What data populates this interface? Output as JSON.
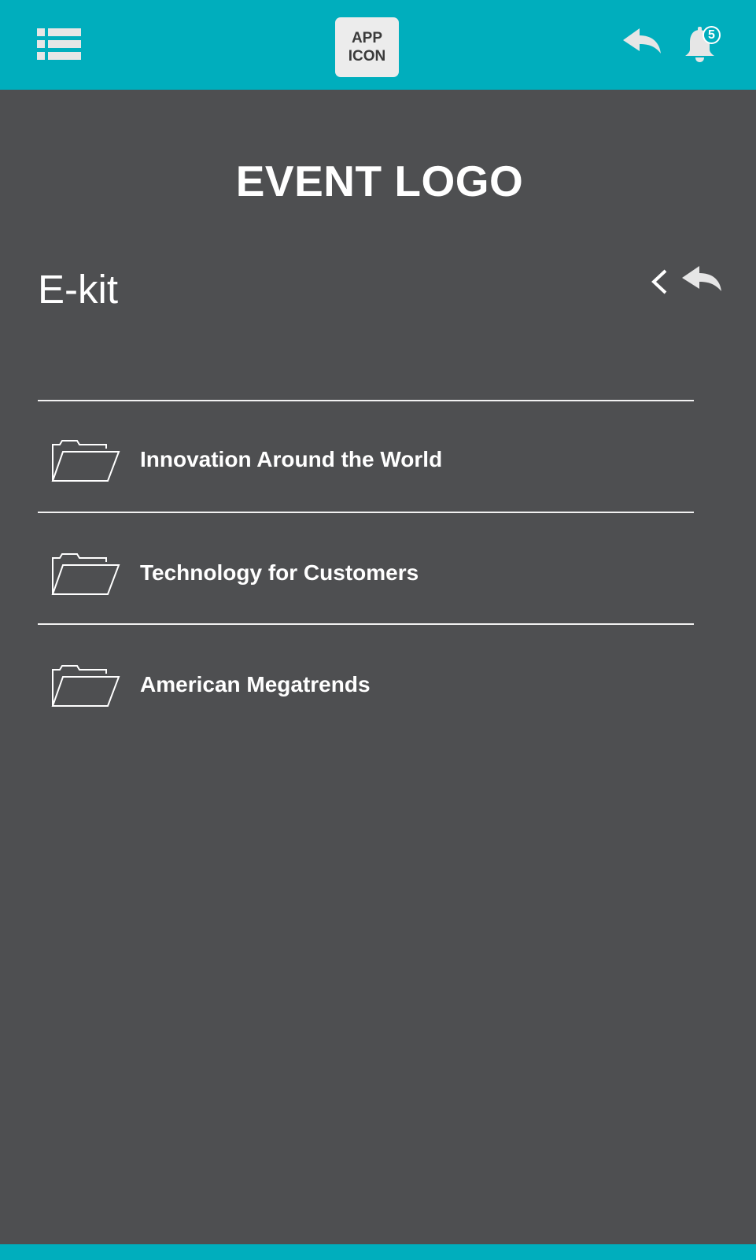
{
  "header": {
    "menu_icon": "list-menu-icon",
    "app_icon_line1": "APP",
    "app_icon_line2": "ICON",
    "back_icon": "reply-arrow-icon",
    "bell_icon": "bell-icon",
    "notification_count": "5"
  },
  "event_logo": "EVENT LOGO",
  "page": {
    "title": "E-kit",
    "chevron_icon": "chevron-left-icon",
    "back_icon": "reply-arrow-icon"
  },
  "folders": [
    {
      "label": "Innovation Around the World",
      "icon": "folder-icon"
    },
    {
      "label": "Technology for Customers",
      "icon": "folder-icon"
    },
    {
      "label": "American Megatrends",
      "icon": "folder-icon"
    }
  ],
  "colors": {
    "accent": "#00aebd",
    "background": "#4e4f51",
    "text": "#ffffff",
    "icon": "#e6e6e6"
  }
}
